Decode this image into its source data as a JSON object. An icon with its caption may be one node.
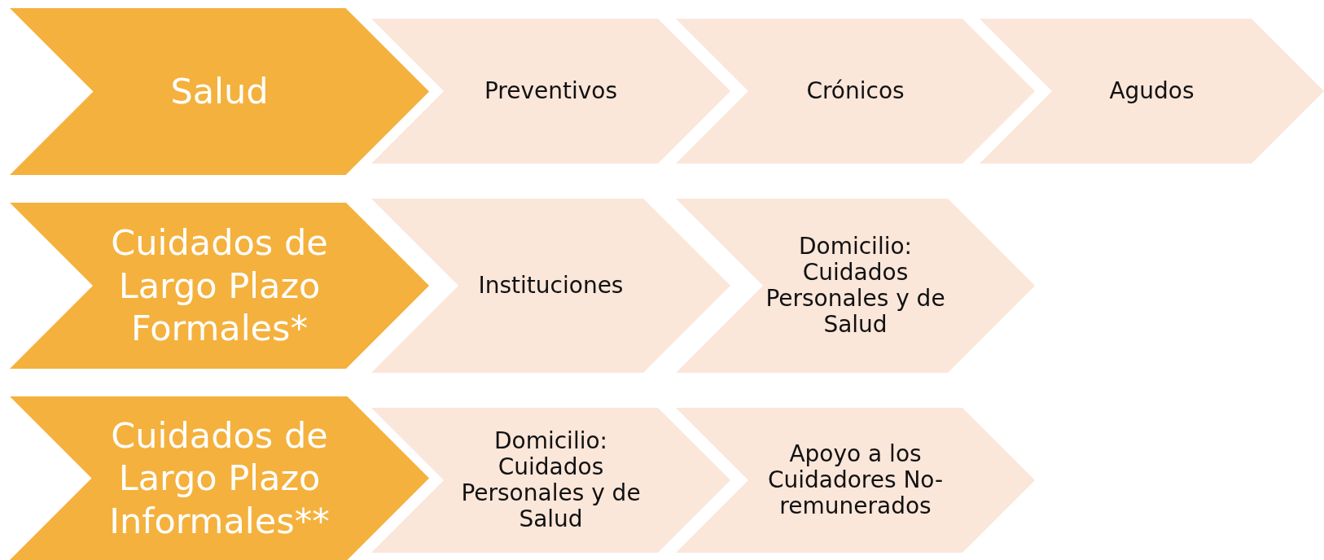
{
  "diagram": {
    "nodes": [
      {
        "text": [
          "Salud"
        ]
      },
      {
        "text": [
          "Preventivos"
        ]
      },
      {
        "text": [
          "Crónicos"
        ]
      },
      {
        "text": [
          "Agudos"
        ]
      },
      {
        "text": [
          "Cuidados de Largo Plazo Formales*"
        ]
      },
      {
        "text": [
          "Instituciones"
        ]
      },
      {
        "text": [
          "Domicilio: Cuidados Personales y de Salud"
        ]
      },
      {
        "text": [
          "Cuidados de Largo Plazo Informales**"
        ]
      },
      {
        "text": [
          "Domicilio: Cuidados Personales y de Salud"
        ]
      },
      {
        "text": [
          "Apoyo a los Cuidadores No-remunerados"
        ]
      }
    ]
  }
}
